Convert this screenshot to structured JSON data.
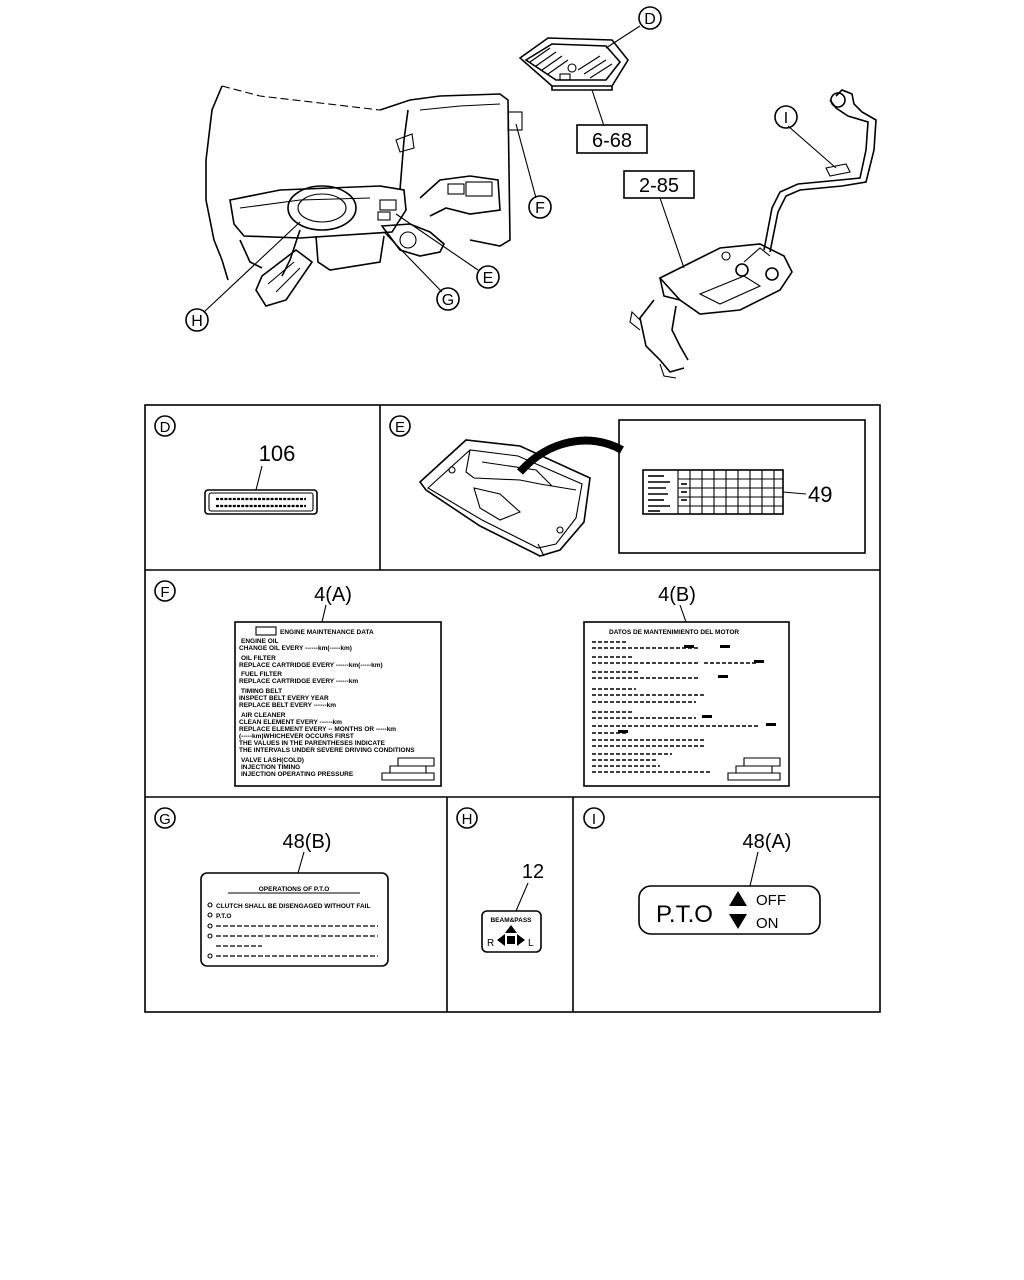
{
  "callouts": {
    "D": "D",
    "E": "E",
    "F": "F",
    "G": "G",
    "H": "H",
    "I": "I"
  },
  "refs": {
    "ref_668": "6-68",
    "ref_285": "2-85"
  },
  "panels": {
    "D": {
      "letter": "D",
      "part_no": "106"
    },
    "E": {
      "letter": "E",
      "part_no": "49"
    },
    "F": {
      "letter": "F",
      "part_a": "4(A)",
      "part_b": "4(B)",
      "label_a": {
        "title": "ENGINE MAINTENANCE DATA",
        "lines": [
          "ENGINE OIL",
          "CHANGE OIL EVERY ------km(-----km)",
          "OIL FILTER",
          "REPLACE CARTRIDGE EVERY ------km(-----km)",
          "FUEL FILTER",
          "REPLACE CARTRIDGE EVERY ------km",
          "TIMING BELT",
          "INSPECT BELT EVERY YEAR",
          "REPLACE BELT EVERY ------km",
          "AIR CLEANER",
          "CLEAN ELEMENT EVERY ------km",
          "REPLACE ELEMENT EVERY -- MONTHS OR -----km",
          "(-----km)WHICHEVER OCCURS FIRST",
          "THE VALUES IN THE PARENTHESES INDICATE",
          "THE INTERVALS UNDER SEVERE DRIVING CONDITIONS",
          "VALVE LASH(COLD)",
          "INJECTION TIMING",
          "INJECTION OPERATING PRESSURE"
        ]
      },
      "label_b": {
        "title": "DATOS DE MANTENIMIENTO DEL MOTOR"
      }
    },
    "G": {
      "letter": "G",
      "part_no": "48(B)",
      "label_title": "OPERATIONS OF P.T.O",
      "line1": "CLUTCH SHALL BE DISENGAGED WITHOUT FAIL",
      "line2": "P.T.O"
    },
    "H": {
      "letter": "H",
      "part_no": "12",
      "label_top": "BEAM&PASS",
      "label_r": "R",
      "label_l": "L"
    },
    "I": {
      "letter": "I",
      "part_no": "48(A)",
      "pto": "P.T.O",
      "off": "OFF",
      "on": "ON"
    }
  }
}
